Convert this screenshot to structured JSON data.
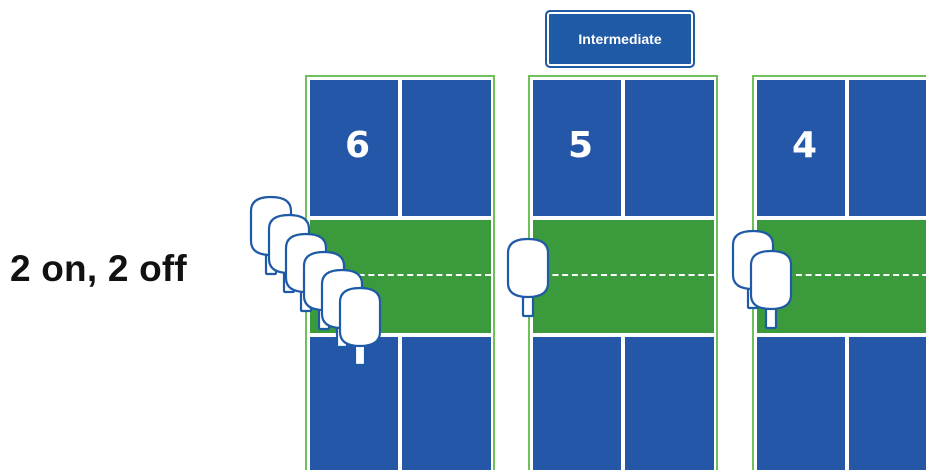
{
  "rotation_label": "2 on, 2 off",
  "level_button": "Intermediate",
  "courts": [
    {
      "number": "6"
    },
    {
      "number": "5"
    },
    {
      "number": "4"
    }
  ],
  "players_waiting": 6,
  "players_at_courts": [
    {
      "court": "5",
      "count": 1
    },
    {
      "court": "4",
      "count": 2
    }
  ],
  "colors": {
    "court_blue": "#2457a7",
    "kitchen_green": "#3b9a3c",
    "court_outline": "#6fbf5a",
    "button_blue": "#1f5aa6",
    "paddle_outline": "#1f5aa6"
  },
  "icons": [
    "paddle-icon"
  ]
}
